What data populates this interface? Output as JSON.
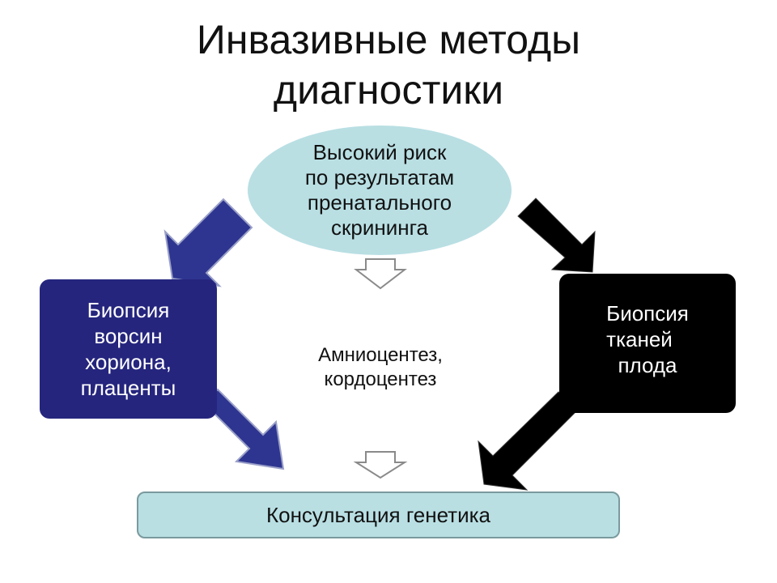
{
  "title": {
    "line1": "Инвазивные методы",
    "line2": "диагностики"
  },
  "risk_ellipse": {
    "lines": [
      "Высокий риск",
      "по результатам",
      "пренатального",
      "скрининга"
    ]
  },
  "left_box": {
    "lines": [
      "Биопсия",
      "ворсин",
      "хориона,",
      "плаценты"
    ]
  },
  "right_box": {
    "lines": [
      "Биопсия",
      "тканей",
      "плода"
    ]
  },
  "middle": {
    "lines": [
      "Амниоцентез,",
      "кордоцентез"
    ]
  },
  "bottom_box": {
    "label": "Консультация генетика"
  },
  "colors": {
    "ellipse_fill": "#b9dfe3",
    "left_box_fill": "#25257e",
    "right_box_fill": "#000000",
    "bottom_fill": "#b9dfe3"
  }
}
